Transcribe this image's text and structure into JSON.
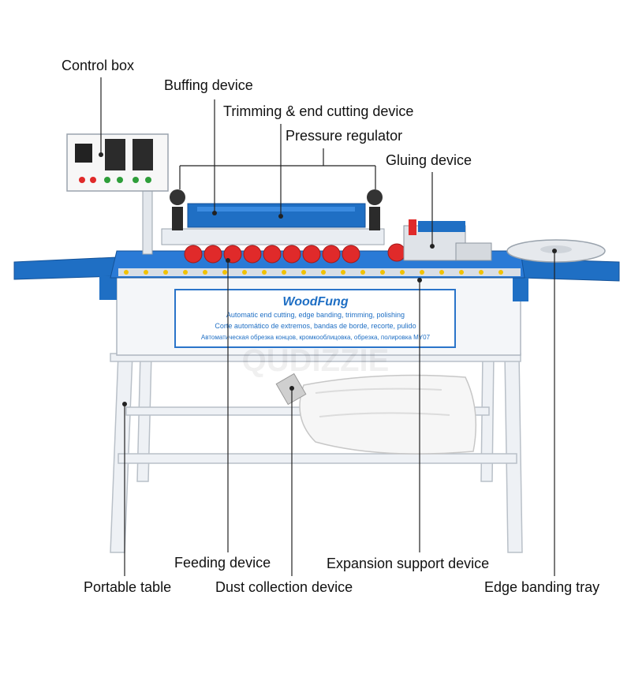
{
  "diagram": {
    "labels": {
      "control_box": "Control box",
      "buffing_device": "Buffing device",
      "trimming_end_cutting": "Trimming & end cutting device",
      "pressure_regulator": "Pressure regulator",
      "gluing_device": "Gluing device",
      "feeding_device": "Feeding device",
      "expansion_support": "Expansion support device",
      "portable_table": "Portable table",
      "dust_collection": "Dust collection device",
      "edge_banding_tray": "Edge banding tray"
    },
    "machine_panel": {
      "brand": "WoodFung",
      "line1": "Automatic end cutting, edge banding, trimming, polishing",
      "line2": "Corte automático de extremos, bandas de borde, recorte, pulido",
      "line3": "Автоматическая обрезка концов, кромкооблицовка, обрезка, полировка  MY07"
    },
    "watermark": "QUDIZZIE",
    "colors": {
      "machine_blue": "#1f6fc4",
      "roller_red": "#e02a2a",
      "frame_white": "#f2f4f7",
      "leader_line": "#222222"
    }
  }
}
